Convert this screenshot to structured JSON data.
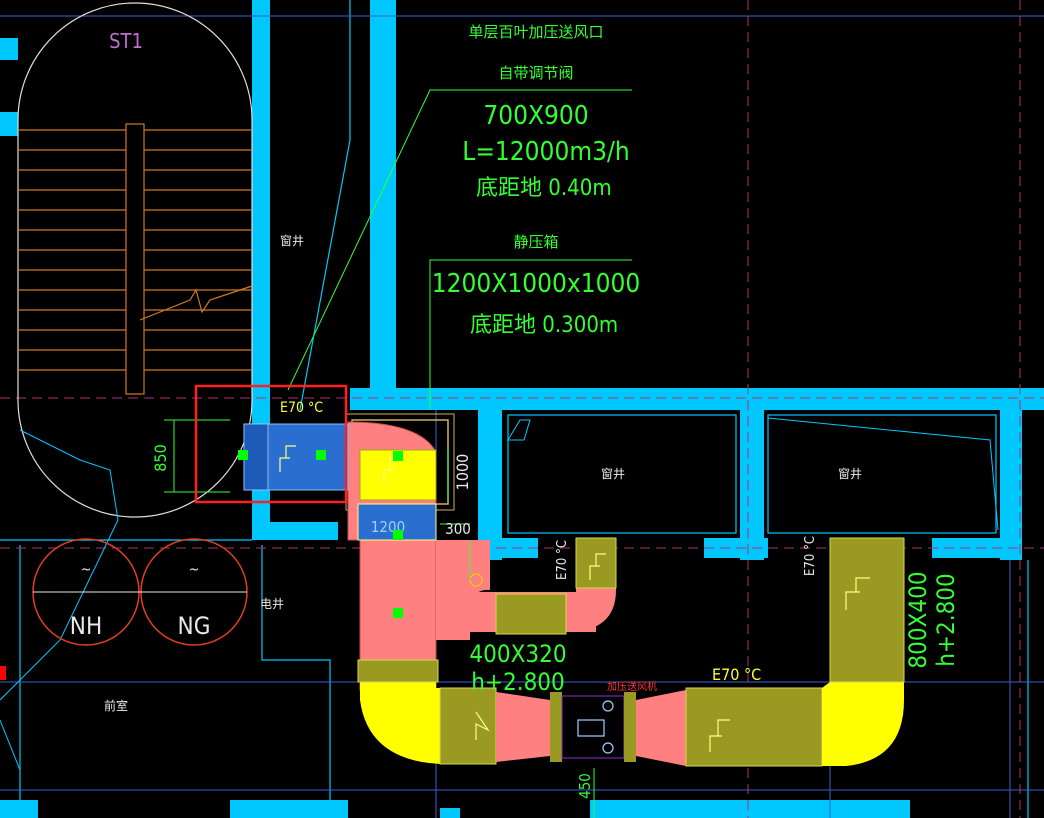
{
  "labels": {
    "stair": "ST1",
    "shaft_left": "窗井",
    "shaft_mid": "窗井",
    "shaft_right": "窗井",
    "elec_shaft": "电井",
    "lobby": "前室",
    "nh": "NH",
    "ng": "NG",
    "tilde": "~",
    "outlet_title": "单层百叶加压送风口",
    "outlet_sub": "自带调节阀",
    "outlet_size": "700X900",
    "outlet_flow": "L=12000m3/h",
    "outlet_height": "底距地 0.40m",
    "box_title": "静压箱",
    "box_size": "1200X1000x1000",
    "box_height": "底距地 0.300m",
    "dim_850": "850",
    "dim_1000": "1000",
    "dim_1200": "1200",
    "dim_300": "300",
    "dim_450": "450",
    "duct_small_size": "400X320",
    "duct_small_h": "h+2.800",
    "duct_large_size": "800X400",
    "duct_large_h": "h+2.800",
    "fan_label": "加压送风机",
    "damper_top": "E70 °C",
    "damper_mid": "E70 °C",
    "damper_right": "E70 °C",
    "damper_small": "E70 °C"
  },
  "colors": {
    "wall": "#00c8ff",
    "text": "#33ff33",
    "duct_pink": "#ff8080",
    "duct_yellow": "#ffff00",
    "damper_olive": "#9a9a22",
    "selection": "#ff2020",
    "grip": "#00ff00",
    "selected_blue": "#2a6fd0"
  }
}
